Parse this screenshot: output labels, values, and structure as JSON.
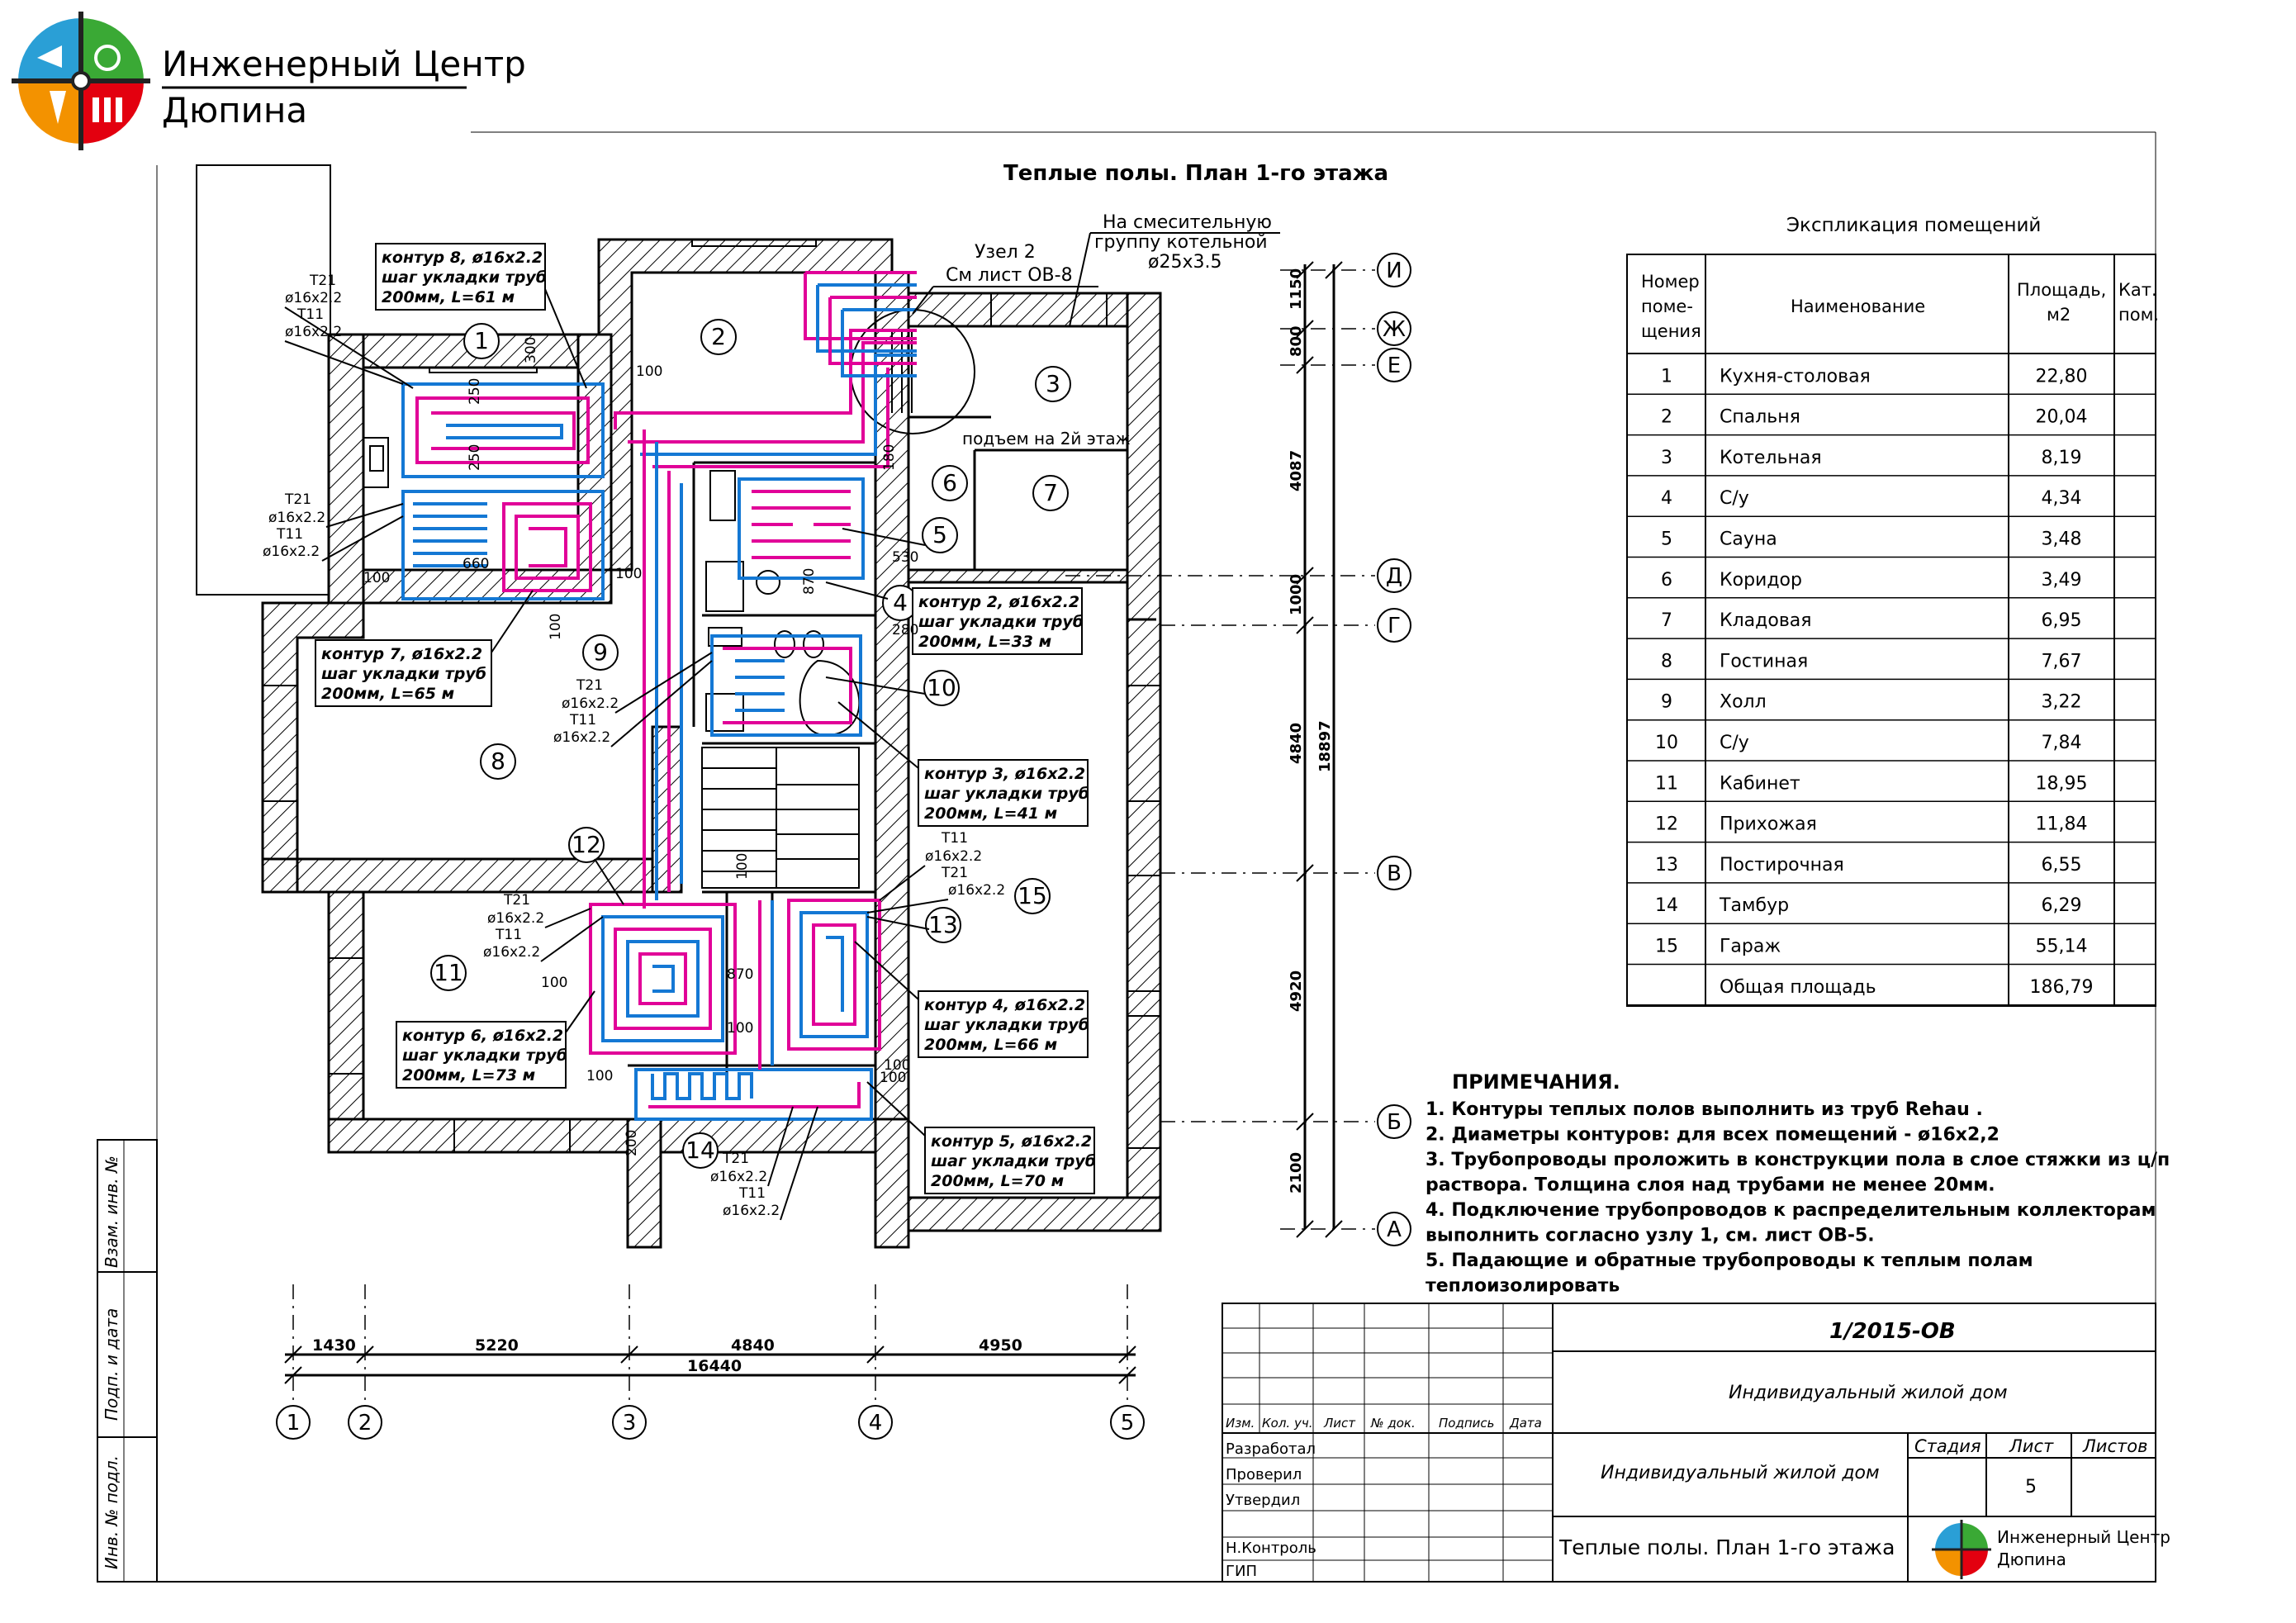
{
  "logo": {
    "line1": "Инженерный Центр",
    "line2": "Дюпина",
    "colors": {
      "blue": "#2a9fd6",
      "green": "#3aa935",
      "orange": "#f39200",
      "red": "#e3000f"
    }
  },
  "title": "Теплые полы. План 1-го этажа",
  "uzel": {
    "line1": "Узел 2",
    "line2": "См лист ОВ-8",
    "callout1": "На смесительную",
    "callout2": "группу котельной",
    "callout3": "ø25х3.5"
  },
  "podem": "подъем на 2й этаж",
  "rooms": [
    "1",
    "2",
    "3",
    "4",
    "5",
    "6",
    "7",
    "8",
    "9",
    "10",
    "11",
    "12",
    "13",
    "14",
    "15"
  ],
  "contours": {
    "c8": {
      "l1": "контур 8, ø16х2.2",
      "l2": "шаг укладки труб",
      "l3": "200мм, L=61 м"
    },
    "c7": {
      "l1": "контур 7, ø16х2.2",
      "l2": "шаг укладки труб",
      "l3": "200мм, L=65 м"
    },
    "c2": {
      "l1": "контур 2, ø16х2.2",
      "l2": "шаг укладки труб",
      "l3": "200мм, L=33 м"
    },
    "c3": {
      "l1": "контур 3, ø16х2.2",
      "l2": "шаг укладки труб",
      "l3": "200мм, L=41 м"
    },
    "c6": {
      "l1": "контур 6, ø16х2.2",
      "l2": "шаг укладки труб",
      "l3": "200мм, L=73 м"
    },
    "c4": {
      "l1": "контур 4, ø16х2.2",
      "l2": "шаг укладки труб",
      "l3": "200мм, L=66 м"
    },
    "c5": {
      "l1": "контур 5, ø16х2.2",
      "l2": "шаг укладки труб",
      "l3": "200мм, L=70 м"
    }
  },
  "pipe_label": {
    "t21": "Т21",
    "t11": "Т11",
    "dia": "ø16х2.2"
  },
  "local_dims": {
    "d300": "300",
    "d250a": "250",
    "d250b": "250",
    "d100a": "100",
    "d100b": "100",
    "d660": "660",
    "d100c": "100",
    "d100d": "100",
    "d180": "180",
    "d530": "530",
    "d870a": "870",
    "d280": "280",
    "d100e": "100",
    "d100f": "100",
    "d870b": "870",
    "d100g": "100",
    "d100h": "100",
    "d100i": "100",
    "d200": "200",
    "d100j": "100"
  },
  "axes_letters": [
    "И",
    "Ж",
    "Е",
    "Д",
    "Г",
    "В",
    "Б",
    "А"
  ],
  "axes_numbers": [
    "1",
    "2",
    "3",
    "4",
    "5"
  ],
  "vdims": [
    "1150",
    "800",
    "4087",
    "1000",
    "4840",
    "4920",
    "2100"
  ],
  "vdim_total": "18897",
  "hdims": [
    "1430",
    "5220",
    "4840",
    "4950"
  ],
  "hdim_total": "16440",
  "explication": {
    "title": "Экспликация помещений",
    "h_num": [
      "Номер",
      "поме-",
      "щения"
    ],
    "h_name": "Наименование",
    "h_area": [
      "Площадь,",
      "м2"
    ],
    "h_cat": [
      "Кат.",
      "пом."
    ],
    "rows": [
      {
        "n": "1",
        "name": "Кухня-столовая",
        "area": "22,80"
      },
      {
        "n": "2",
        "name": "Спальня",
        "area": "20,04"
      },
      {
        "n": "3",
        "name": "Котельная",
        "area": "8,19"
      },
      {
        "n": "4",
        "name": "С/у",
        "area": "4,34"
      },
      {
        "n": "5",
        "name": "Сауна",
        "area": "3,48"
      },
      {
        "n": "6",
        "name": "Коридор",
        "area": "3,49"
      },
      {
        "n": "7",
        "name": "Кладовая",
        "area": "6,95"
      },
      {
        "n": "8",
        "name": "Гостиная",
        "area": "7,67"
      },
      {
        "n": "9",
        "name": "Холл",
        "area": "3,22"
      },
      {
        "n": "10",
        "name": "С/у",
        "area": "7,84"
      },
      {
        "n": "11",
        "name": "Кабинет",
        "area": "18,95"
      },
      {
        "n": "12",
        "name": "Прихожая",
        "area": "11,84"
      },
      {
        "n": "13",
        "name": "Постирочная",
        "area": "6,55"
      },
      {
        "n": "14",
        "name": "Тамбур",
        "area": "6,29"
      },
      {
        "n": "15",
        "name": "Гараж",
        "area": "55,14"
      }
    ],
    "total_label": "Общая площадь",
    "total_area": "186,79"
  },
  "notes": {
    "title": "ПРИМЕЧАНИЯ.",
    "lines": [
      "1. Контуры теплых полов выполнить из труб Rehau .",
      "2. Диаметры контуров: для всех помещений - ø16х2,2",
      "3. Трубопроводы проложить в конструкции пола в слое стяжки из ц/п",
      "раствора. Толщина слоя над трубами не менее 20мм.",
      "4. Подключение трубопроводов к распределительным коллекторам",
      "выполнить согласно узлу 1, см. лист ОВ-5.",
      "5. Падающие и обратные трубопроводы к теплым полам",
      "теплоизолировать"
    ]
  },
  "stamp": {
    "code": "1/2015-ОВ",
    "object": "Индивидуальный жилой дом",
    "object2": "Индивидуальный жилой дом",
    "sheet_title": "Теплые полы. План 1-го этажа",
    "h_izm": "Изм.",
    "h_kol": "Кол. уч.",
    "h_list": "Лист",
    "h_ndok": "№ док.",
    "h_podp": "Подпись",
    "h_data": "Дата",
    "razrab": "Разработал",
    "prover": "Проверил",
    "utverd": "Утвердил",
    "nkontr": "Н.Контроль",
    "gip": "ГИП",
    "stadia": "Стадия",
    "list": "Лист",
    "listov": "Листов",
    "list_val": "5"
  },
  "sidebar": {
    "v1": "Взам. инв. №",
    "v2": "Подп. и дата",
    "v3": "Инв. № подл."
  }
}
